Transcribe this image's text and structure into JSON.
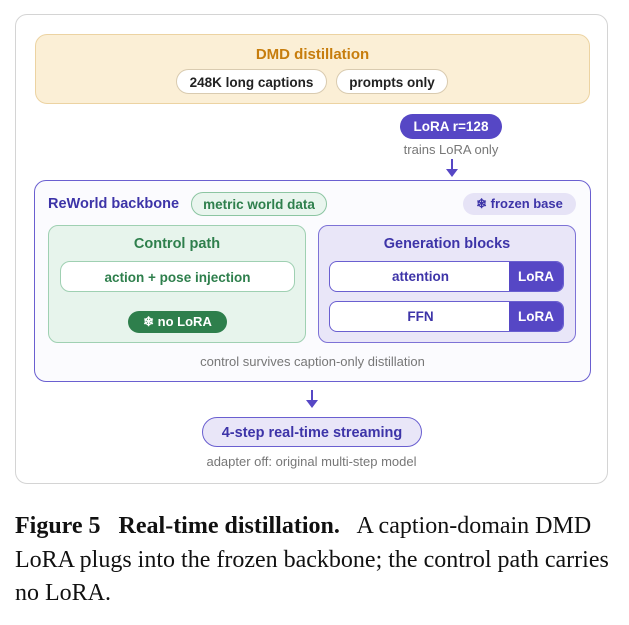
{
  "figure": {
    "dmd": {
      "title": "DMD distillation",
      "pills": [
        "248K long captions",
        "prompts only"
      ]
    },
    "lora_badge": "LoRA r=128",
    "lora_note": "trains LoRA only",
    "backbone": {
      "title": "ReWorld backbone",
      "metric_tag": "metric world data",
      "frozen_tag": "❄ frozen base",
      "control": {
        "title": "Control path",
        "injection": "action + pose injection",
        "no_lora": "❄ no LoRA"
      },
      "generation": {
        "title": "Generation blocks",
        "blocks": [
          {
            "label": "attention",
            "tag": "LoRA"
          },
          {
            "label": "FFN",
            "tag": "LoRA"
          }
        ]
      },
      "note": "control survives caption-only distillation"
    },
    "output": {
      "label": "4-step real-time streaming",
      "note": "adapter off: original multi-step model"
    },
    "colors": {
      "accent": "#5647c5",
      "control_green": "#2e7f4c",
      "dmd_orange": "#c77d0d"
    }
  },
  "caption": {
    "label": "Figure 5",
    "title": "Real-time distillation.",
    "text": "A caption-domain DMD LoRA plugs into the frozen backbone; the control path carries no LoRA."
  }
}
